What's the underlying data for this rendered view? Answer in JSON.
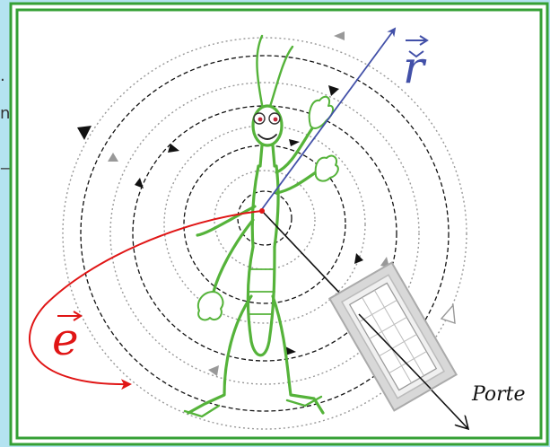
{
  "labels": {
    "vector_r": "r",
    "vector_e": "e",
    "porte": "Porte"
  },
  "left_edge_text": [
    "·",
    "n",
    "—"
  ],
  "colors": {
    "background": "#b4e3f1",
    "frame": "#35a035",
    "panel": "#ffffff",
    "vector_r": "#4250a8",
    "vector_e": "#e01515",
    "insect": "#55b33a",
    "circles_black": "#111111",
    "circles_gray": "#999999"
  },
  "icons": {
    "insect": "stick-insect-figure",
    "door": "door-window-icon"
  }
}
